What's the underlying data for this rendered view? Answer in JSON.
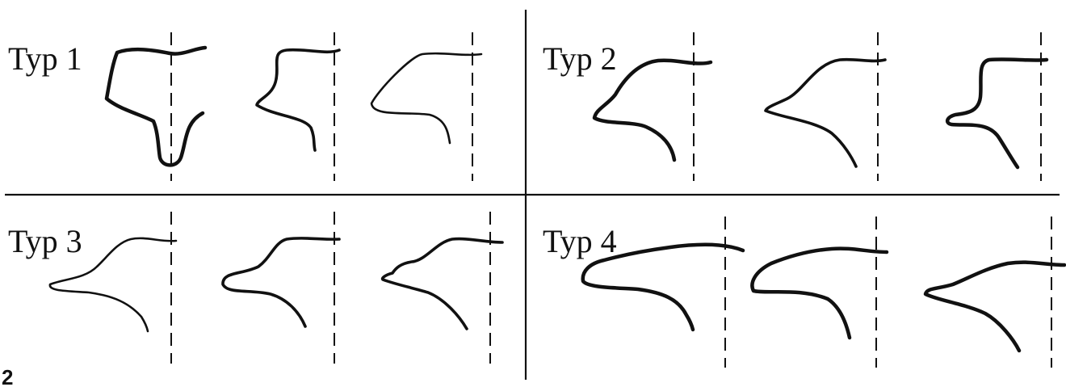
{
  "figure": {
    "number": "2"
  },
  "panels": [
    {
      "label": "Typ 1"
    },
    {
      "label": "Typ 2"
    },
    {
      "label": "Typ 3"
    },
    {
      "label": "Typ 4"
    }
  ],
  "colors": {
    "ink": "#111111",
    "background": "#ffffff"
  }
}
